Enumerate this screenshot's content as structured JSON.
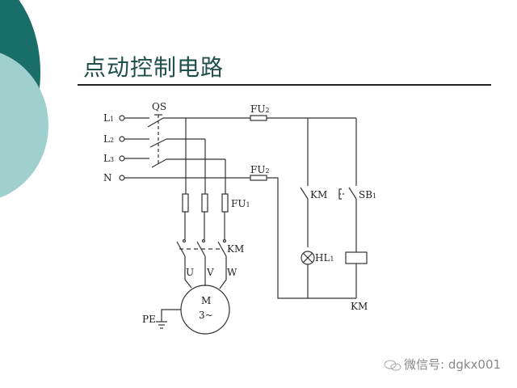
{
  "slide": {
    "title": "点动控制电路",
    "watermark": "微信号: dgkx001",
    "theme_colors": {
      "dark_teal": "#1a6e69",
      "light_teal": "#9fd0cd",
      "title_color": "#1f4f4a"
    }
  },
  "diagram": {
    "terminals": [
      {
        "main": "L",
        "sub": "1"
      },
      {
        "main": "L",
        "sub": "2"
      },
      {
        "main": "L",
        "sub": "3"
      },
      {
        "main": "N",
        "sub": ""
      }
    ],
    "components": {
      "main_switch": "QS",
      "control_fuse_top": {
        "main": "FU",
        "sub": "2"
      },
      "control_fuse_bottom": {
        "main": "FU",
        "sub": "2"
      },
      "main_fuses": {
        "main": "FU",
        "sub": "1"
      },
      "contactor_main": "KM",
      "phase_u": "U",
      "phase_v": "V",
      "phase_w": "W",
      "motor_line1": "M",
      "motor_line2": "3~",
      "ground": "PE",
      "contactor_aux": "KM",
      "pushbutton": {
        "main": "SB",
        "sub": "1"
      },
      "lamp": {
        "main": "HL",
        "sub": "1"
      },
      "coil": "KM"
    }
  }
}
